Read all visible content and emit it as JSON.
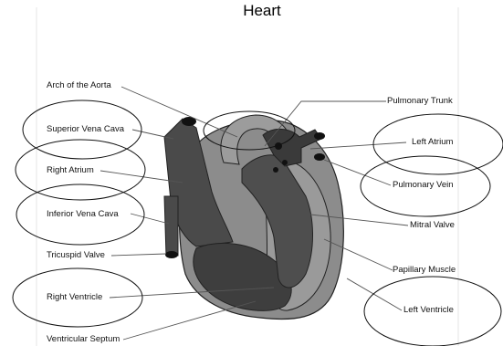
{
  "title": "Heart",
  "labels": {
    "arch_of_aorta": "Arch of the Aorta",
    "superior_vena_cava": "Superior Vena Cava",
    "right_atrium": "Right Atrium",
    "inferior_vena_cava": "Inferior Vena Cava",
    "tricuspid_valve": "Tricuspid Valve",
    "right_ventricle": "Right Ventricle",
    "ventricular_septum": "Ventricular Septum",
    "pulmonary_trunk": "Pulmonary Trunk",
    "left_atrium": "Left Atrium",
    "pulmonary_vein": "Pulmonary Vein",
    "mitral_valve": "Mitral Valve",
    "papillary_muscle": "Papillary Muscle",
    "left_ventricle": "Left Ventricle"
  },
  "colors": {
    "outer_wall": "#8c8c8c",
    "inner_chamber": "#4a4a4a",
    "dark_vessel": "#2a2a2a",
    "lines": "#555555"
  }
}
